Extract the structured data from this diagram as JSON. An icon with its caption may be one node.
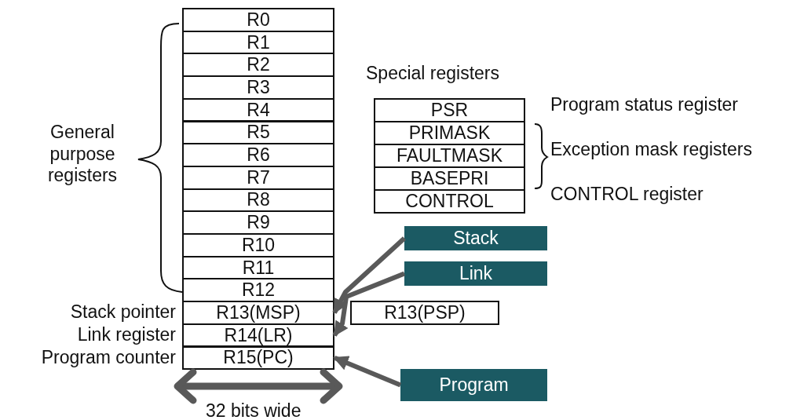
{
  "diagram": {
    "nodes": [
      {
        "text": [
          "R0"
        ]
      },
      {
        "text": [
          "R1"
        ]
      },
      {
        "text": [
          "R2"
        ]
      },
      {
        "text": [
          "R3"
        ]
      },
      {
        "text": [
          "R4"
        ]
      },
      {
        "text": [
          "R5"
        ]
      },
      {
        "text": [
          "R6"
        ]
      },
      {
        "text": [
          "R7"
        ]
      },
      {
        "text": [
          "R8"
        ]
      },
      {
        "text": [
          "R9"
        ]
      },
      {
        "text": [
          "R10"
        ]
      },
      {
        "text": [
          "R11"
        ]
      },
      {
        "text": [
          "R12"
        ]
      },
      {
        "text": [
          "R13(MSP)"
        ],
        "beside": [
          "Stack pointer"
        ]
      },
      {
        "text": [
          "R14(LR)"
        ],
        "beside": [
          "Link register"
        ]
      },
      {
        "text": [
          "R15(PC)"
        ],
        "beside": [
          "Program counter"
        ]
      },
      {
        "text": [
          "R13(PSP)"
        ]
      },
      {
        "text": [
          "PSR"
        ],
        "beside": [
          "Program status register"
        ]
      },
      {
        "text": [
          "PRIMASK"
        ]
      },
      {
        "text": [
          "FAULTMASK"
        ]
      },
      {
        "text": [
          "BASEPRI"
        ]
      },
      {
        "text": [
          "CONTROL"
        ],
        "beside": [
          "CONTROL register"
        ]
      },
      {
        "text": [
          "Stack"
        ]
      },
      {
        "text": [
          "Link"
        ]
      },
      {
        "text": [
          "Program"
        ]
      }
    ],
    "edges": [
      {
        "from": 22,
        "to": 13,
        "arrow": "to"
      },
      {
        "from": 23,
        "to": 14,
        "arrow": "to"
      },
      {
        "from": 24,
        "to": 15,
        "arrow": "to"
      }
    ],
    "labels": [
      "General purpose registers",
      "Special registers",
      "Exception mask registers",
      "32 bits wide"
    ]
  }
}
